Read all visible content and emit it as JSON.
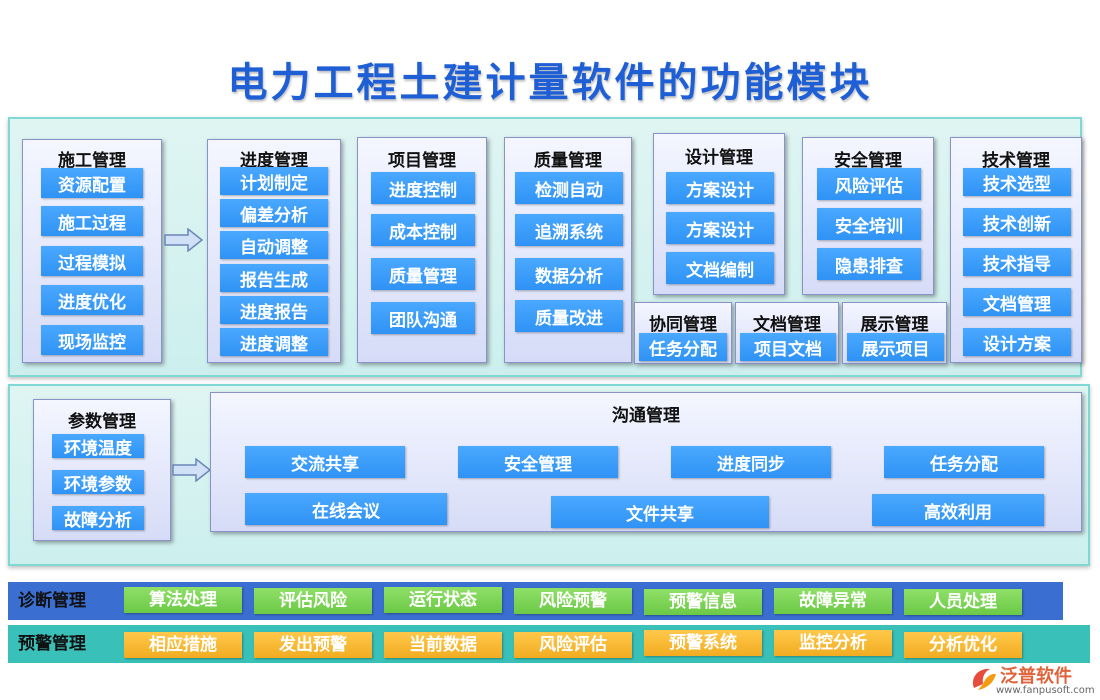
{
  "title": "电力工程土建计量软件的功能模块",
  "top_modules": {
    "construction": {
      "title": "施工管理",
      "items": [
        "资源配置",
        "施工过程",
        "过程模拟",
        "进度优化",
        "现场监控"
      ]
    },
    "progress": {
      "title": "进度管理",
      "items": [
        "计划制定",
        "偏差分析",
        "自动调整",
        "报告生成",
        "进度报告",
        "进度调整"
      ]
    },
    "project": {
      "title": "项目管理",
      "items": [
        "进度控制",
        "成本控制",
        "质量管理",
        "团队沟通"
      ]
    },
    "quality": {
      "title": "质量管理",
      "items": [
        "检测自动",
        "追溯系统",
        "数据分析",
        "质量改进"
      ]
    },
    "design": {
      "title": "设计管理",
      "items": [
        "方案设计",
        "方案设计",
        "文档编制"
      ]
    },
    "safety": {
      "title": "安全管理",
      "items": [
        "风险评估",
        "安全培训",
        "隐患排查"
      ]
    },
    "tech": {
      "title": "技术管理",
      "items": [
        "技术选型",
        "技术创新",
        "技术指导",
        "文档管理",
        "设计方案"
      ]
    },
    "collab": {
      "title": "协同管理",
      "items": [
        "任务分配"
      ]
    },
    "docs": {
      "title": "文档管理",
      "items": [
        "项目文档"
      ]
    },
    "display": {
      "title": "展示管理",
      "items": [
        "展示项目"
      ]
    }
  },
  "params": {
    "title": "参数管理",
    "items": [
      "环境温度",
      "环境参数",
      "故障分析"
    ]
  },
  "comm": {
    "title": "沟通管理",
    "items": [
      "交流共享",
      "安全管理",
      "进度同步",
      "任务分配",
      "在线会议",
      "文件共享",
      "高效利用"
    ]
  },
  "diagnosis": {
    "label": "诊断管理",
    "color": "#3a6fd1",
    "items": [
      "算法处理",
      "评估风险",
      "运行状态",
      "风险预警",
      "预警信息",
      "故障异常",
      "人员处理"
    ]
  },
  "warning": {
    "label": "预警管理",
    "color": "#39c0b8",
    "items": [
      "相应措施",
      "发出预警",
      "当前数据",
      "风险评估",
      "预警系统",
      "监控分析",
      "分析优化"
    ]
  },
  "logo": {
    "name": "泛普软件",
    "url": "www.fanpusoft.com"
  }
}
